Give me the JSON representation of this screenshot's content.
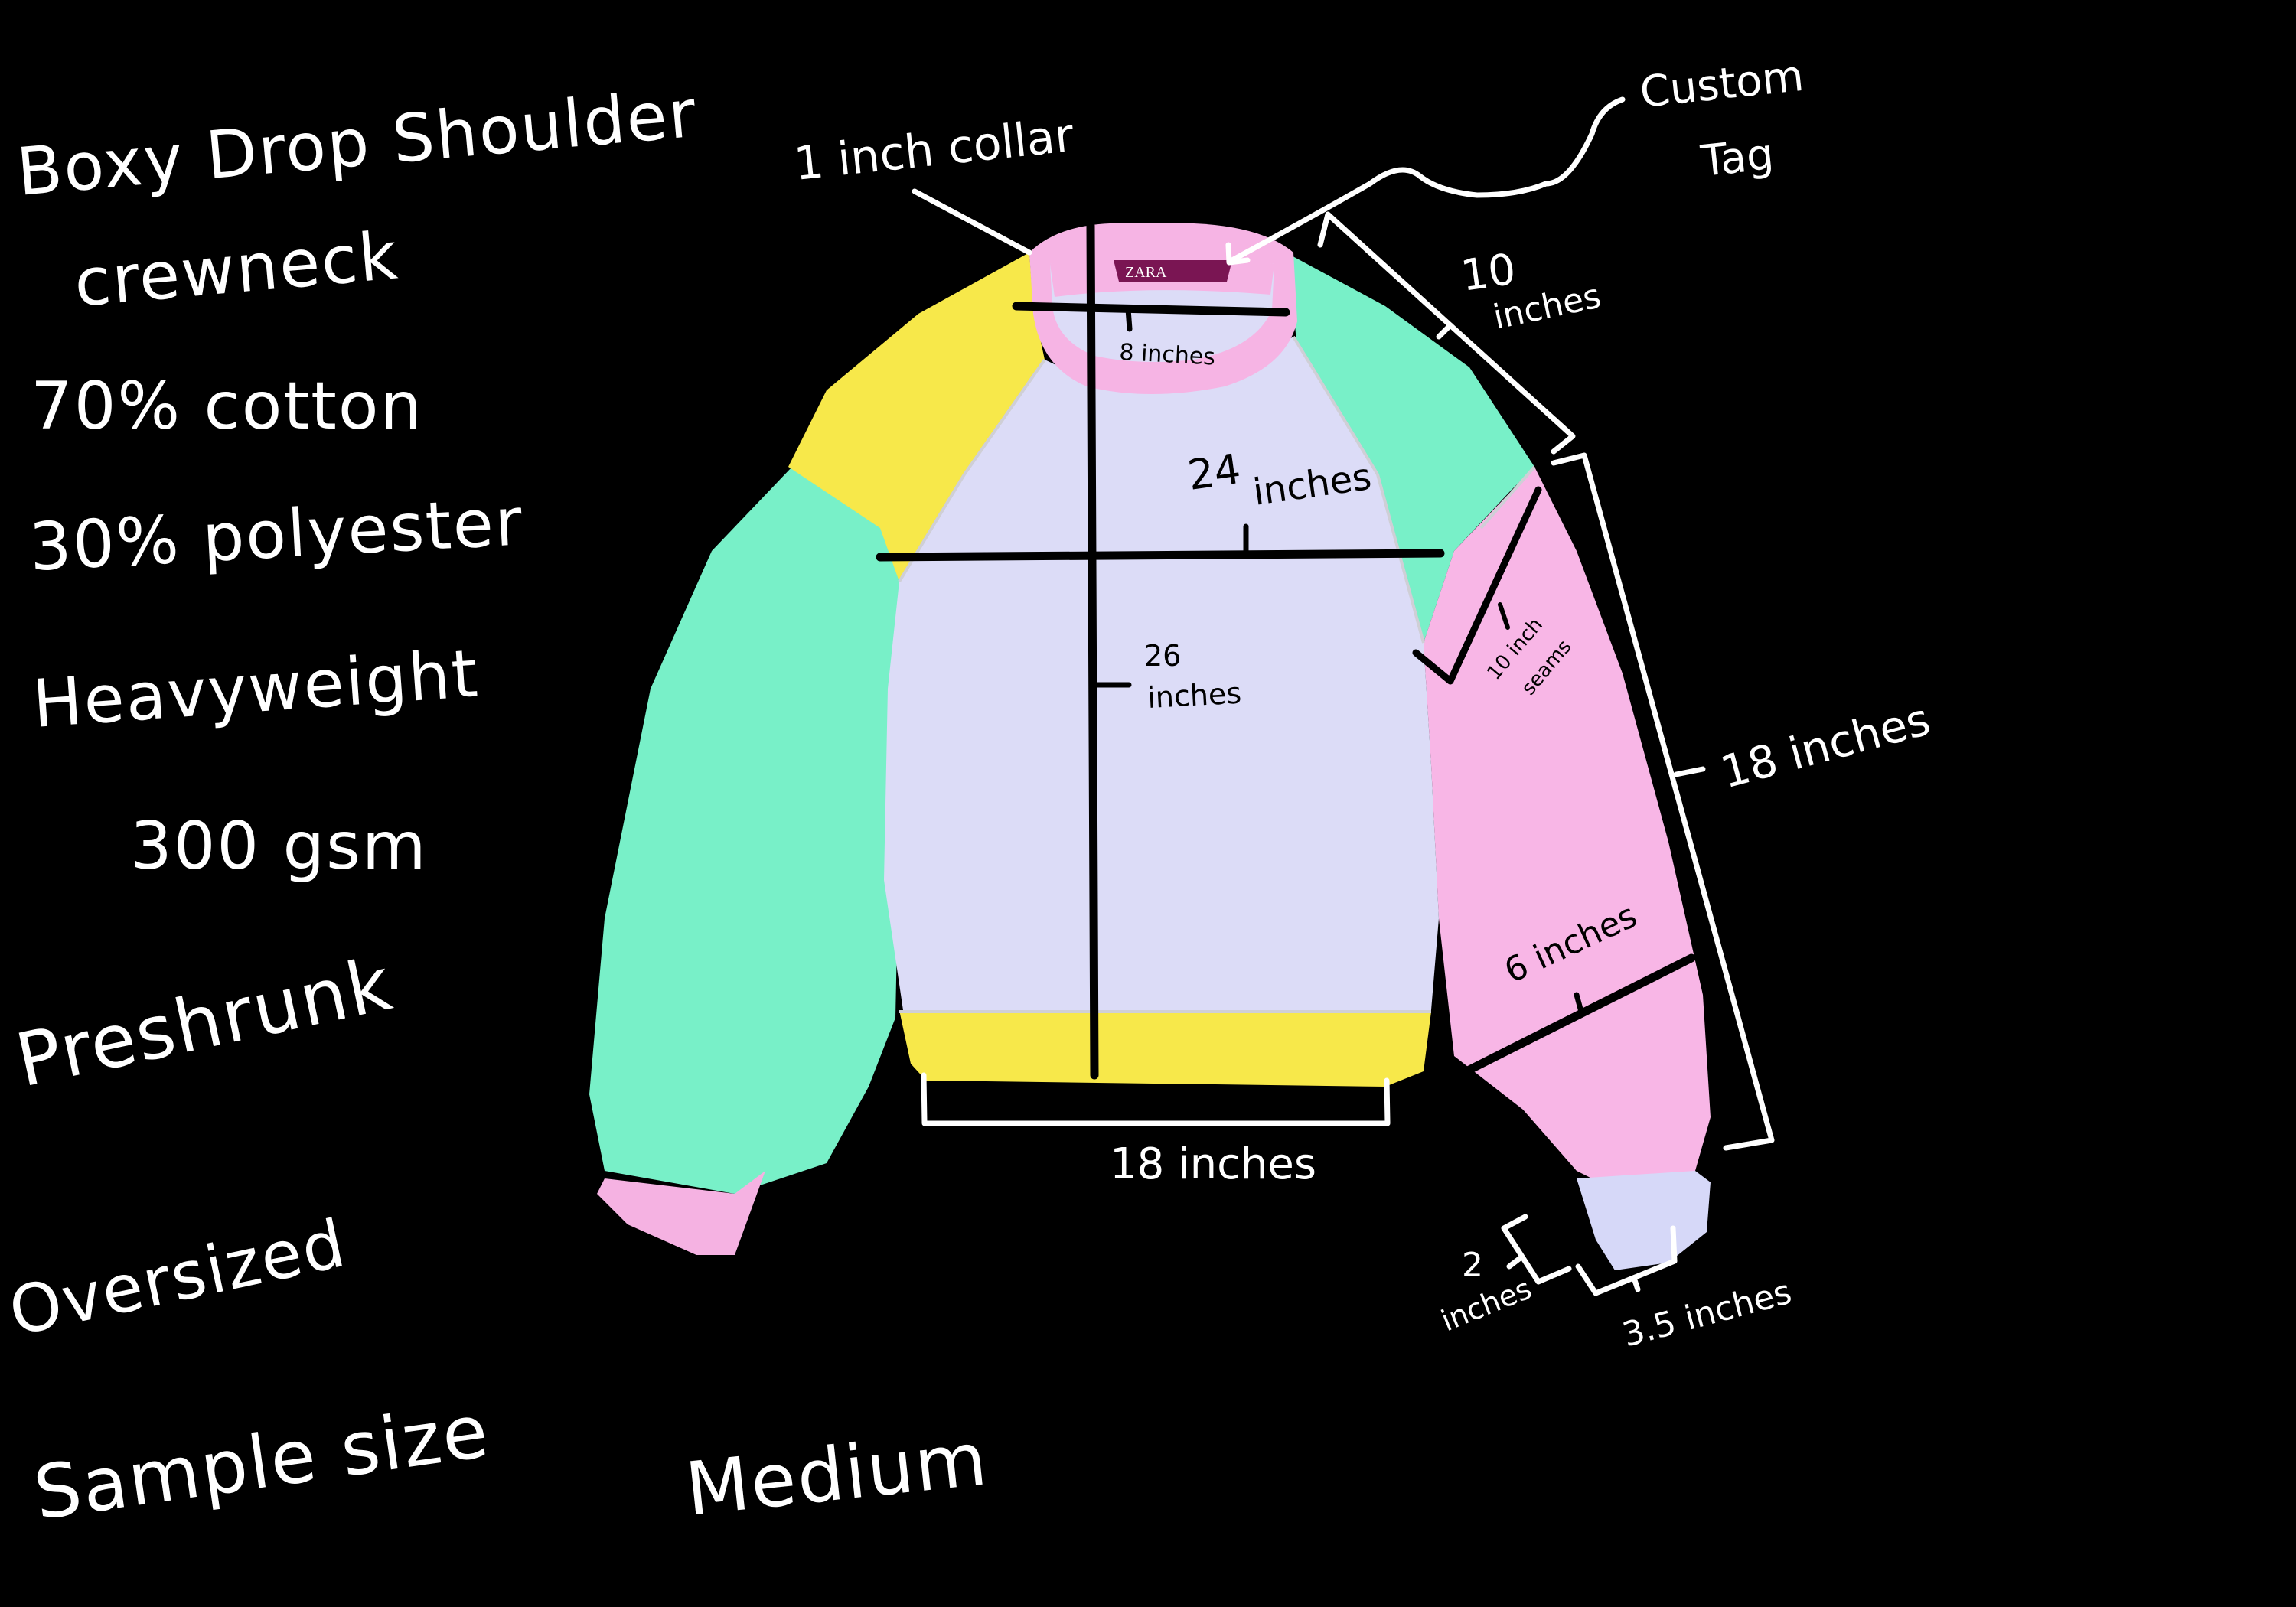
{
  "colors": {
    "background": "#000000",
    "body": "#dcdcf7",
    "collar": "#f6b4e4",
    "yellow": "#f7e84a",
    "mint": "#78f0c8",
    "pink": "#f8b6e6",
    "right_cuff": "#d6d8f8",
    "left_cuff": "#f5b2e2",
    "tag": "#7a1553",
    "annotation_white": "#ffffff",
    "annotation_black": "#000000"
  },
  "specs": {
    "title_line1": "Boxy Drop Shoulder",
    "title_line2": "crewneck",
    "cotton": "70% cotton",
    "polyester": "30% polyester",
    "weight_line1": "Heavyweight",
    "weight_line2": "300 gsm",
    "preshrunk": "Preshrunk",
    "fit": "Oversized",
    "sample_size_label": "Sample size",
    "sample_size_value": "Medium"
  },
  "callouts": {
    "collar": "1 inch collar",
    "tag_line1": "Custom",
    "tag_line2": "Tag",
    "tag_brand": "ZARA"
  },
  "measurements": {
    "neck_width": "8 inches",
    "chest_width_num": "24",
    "chest_width_unit": "inches",
    "body_length_num": "26",
    "body_length_unit": "inches",
    "hem_width": "18 inches",
    "shoulder_seam_num": "10",
    "shoulder_seam_unit": "inches",
    "raglan_seam_line1": "10 inch",
    "raglan_seam_line2": "seams",
    "sleeve_length": "18 inches",
    "sleeve_width": "6 inches",
    "cuff_height_num": "2",
    "cuff_height_unit": "inches",
    "cuff_width": "3.5 inches"
  }
}
